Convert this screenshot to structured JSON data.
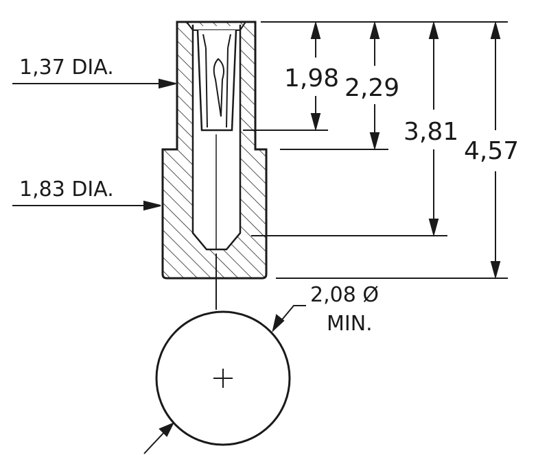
{
  "drawing": {
    "callouts": {
      "small_dia": "1,37  DIA.",
      "large_dia": "1,83  DIA.",
      "hole_dia": "2,08 Ø",
      "hole_min": "MIN."
    },
    "dimensions": {
      "d1": "1,98",
      "d2": "2,29",
      "d3": "3,81",
      "d4": "4,57"
    }
  }
}
